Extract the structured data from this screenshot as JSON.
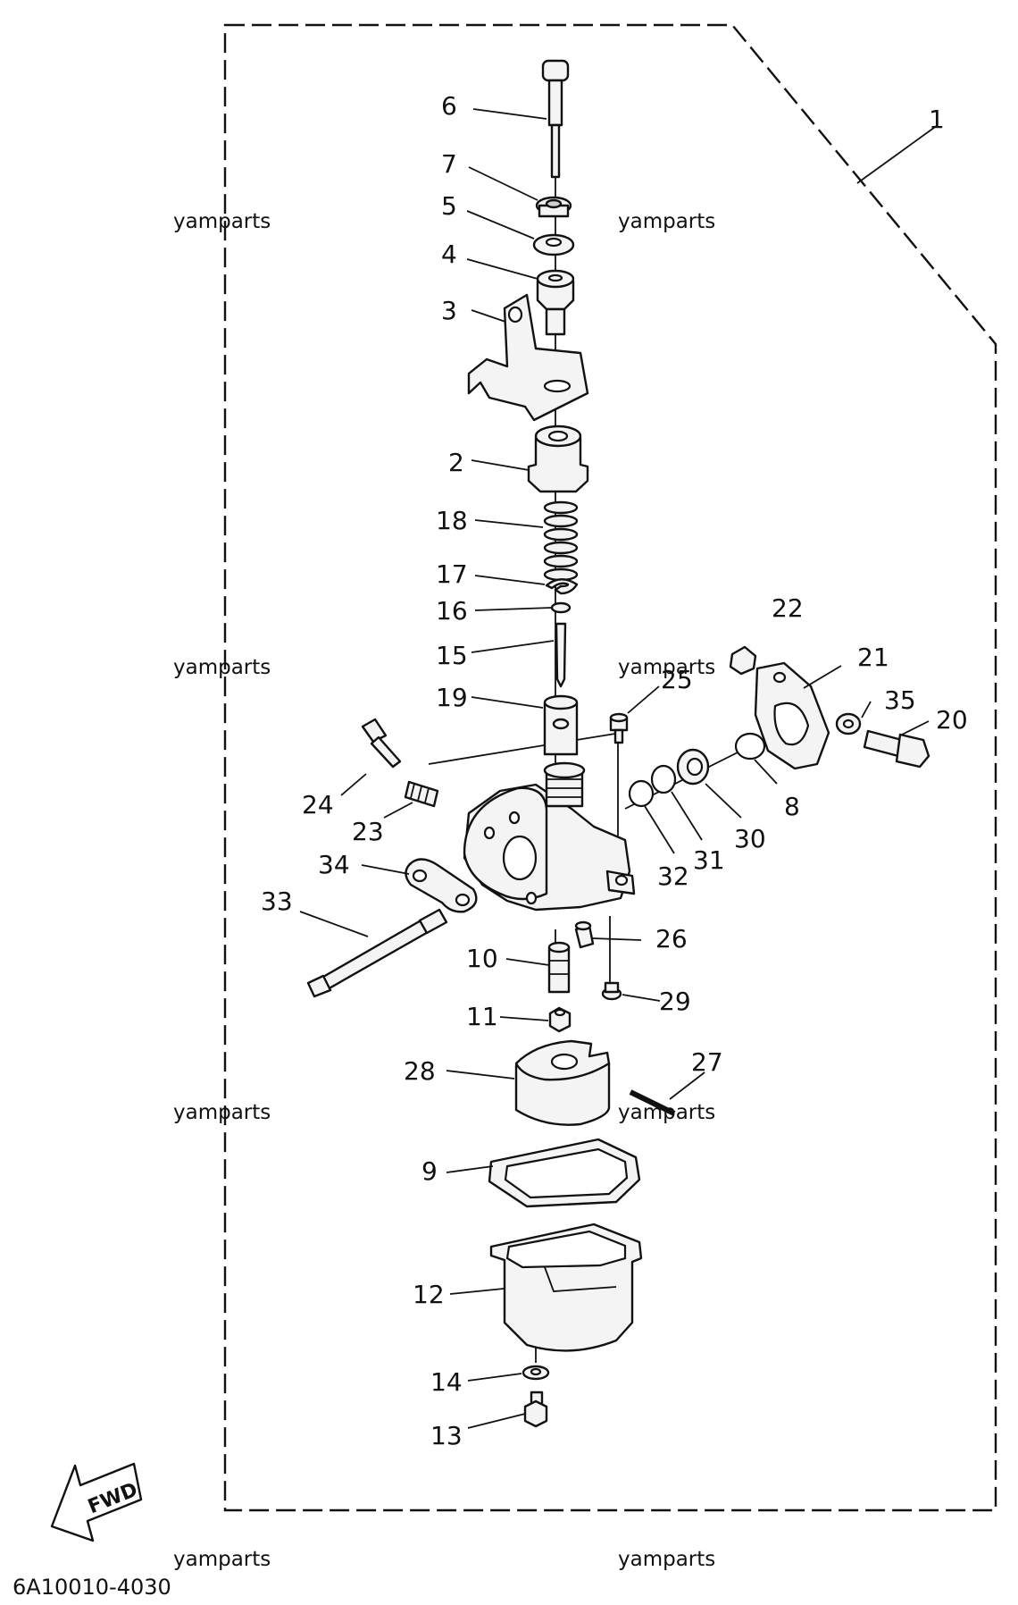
{
  "diagram": {
    "drawing_code": "6A10010-4030",
    "fwd_label": "FWD",
    "watermark": "yamparts",
    "callouts": {
      "n1": "1",
      "n2": "2",
      "n3": "3",
      "n4": "4",
      "n5": "5",
      "n6": "6",
      "n7": "7",
      "n8": "8",
      "n9": "9",
      "n10": "10",
      "n11": "11",
      "n12": "12",
      "n13": "13",
      "n14": "14",
      "n15": "15",
      "n16": "16",
      "n17": "17",
      "n18": "18",
      "n19": "19",
      "n20": "20",
      "n21": "21",
      "n22": "22",
      "n23": "23",
      "n24": "24",
      "n25": "25",
      "n26": "26",
      "n27": "27",
      "n28": "28",
      "n29": "29",
      "n30": "30",
      "n31": "31",
      "n32": "32",
      "n33": "33",
      "n34": "34",
      "n35": "35"
    }
  }
}
